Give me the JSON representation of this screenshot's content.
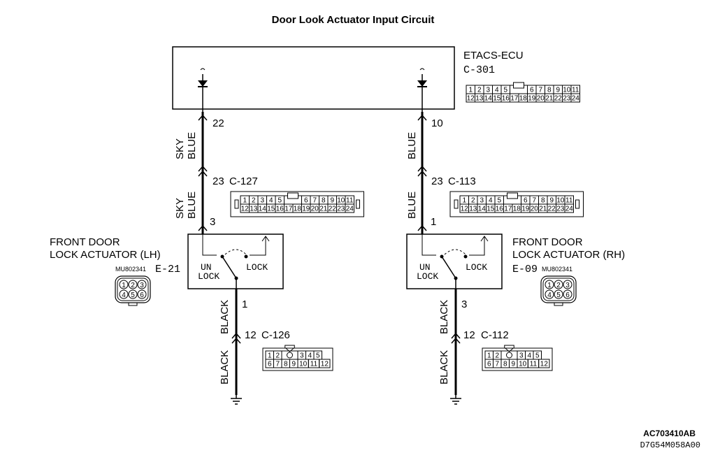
{
  "title": "Door Look Actuator Input Circuit",
  "ecu": {
    "name": "ETACS-ECU",
    "connector": "C-301",
    "pins_top": [
      "1",
      "2",
      "3",
      "4",
      "5",
      "6",
      "7",
      "8",
      "9",
      "10",
      "11"
    ],
    "pins_bottom": [
      "12",
      "13",
      "14",
      "15",
      "16",
      "17",
      "18",
      "19",
      "20",
      "21",
      "22",
      "23",
      "24"
    ]
  },
  "left": {
    "ecu_pin": "22",
    "wire_top": "SKY BLUE",
    "junction_pin_top": "23",
    "junction_connector": "C-127",
    "wire_mid": "SKY BLUE",
    "actuator_pin_top": "3",
    "actuator_title_1": "FRONT DOOR",
    "actuator_title_2": "LOCK ACTUATOR (LH)",
    "actuator_part": "MU802341",
    "actuator_connector": "E-21",
    "switch_unlock_1": "UN",
    "switch_unlock_2": "LOCK",
    "switch_lock": "LOCK",
    "actuator_pin_bottom": "1",
    "wire_bottom1": "BLACK",
    "ground_junction_pin": "12",
    "ground_connector": "C-126",
    "wire_bottom2": "BLACK"
  },
  "right": {
    "ecu_pin": "10",
    "wire_top": "BLUE",
    "junction_pin_top": "23",
    "junction_connector": "C-113",
    "wire_mid": "BLUE",
    "actuator_pin_top": "1",
    "actuator_title_1": "FRONT DOOR",
    "actuator_title_2": "LOCK ACTUATOR (RH)",
    "actuator_part": "MU802341",
    "actuator_connector": "E-09",
    "switch_unlock_1": "UN",
    "switch_unlock_2": "LOCK",
    "switch_lock": "LOCK",
    "actuator_pin_bottom": "3",
    "wire_bottom1": "BLACK",
    "ground_junction_pin": "12",
    "ground_connector": "C-112",
    "wire_bottom2": "BLACK"
  },
  "connector_24": {
    "pins_top": [
      "1",
      "2",
      "3",
      "4",
      "5",
      "6",
      "7",
      "8",
      "9",
      "10",
      "11"
    ],
    "pins_bottom": [
      "12",
      "13",
      "14",
      "15",
      "16",
      "17",
      "18",
      "19",
      "20",
      "21",
      "22",
      "23",
      "24"
    ]
  },
  "connector_12": {
    "pins_top": [
      "1",
      "2",
      "3",
      "4",
      "5"
    ],
    "pins_bottom": [
      "6",
      "7",
      "8",
      "9",
      "10",
      "11",
      "12"
    ]
  },
  "connector_6": {
    "pins": [
      "1",
      "2",
      "3",
      "4",
      "5",
      "6"
    ]
  },
  "footer": {
    "code1": "AC703410AB",
    "code2": "D7G54M058A00"
  }
}
